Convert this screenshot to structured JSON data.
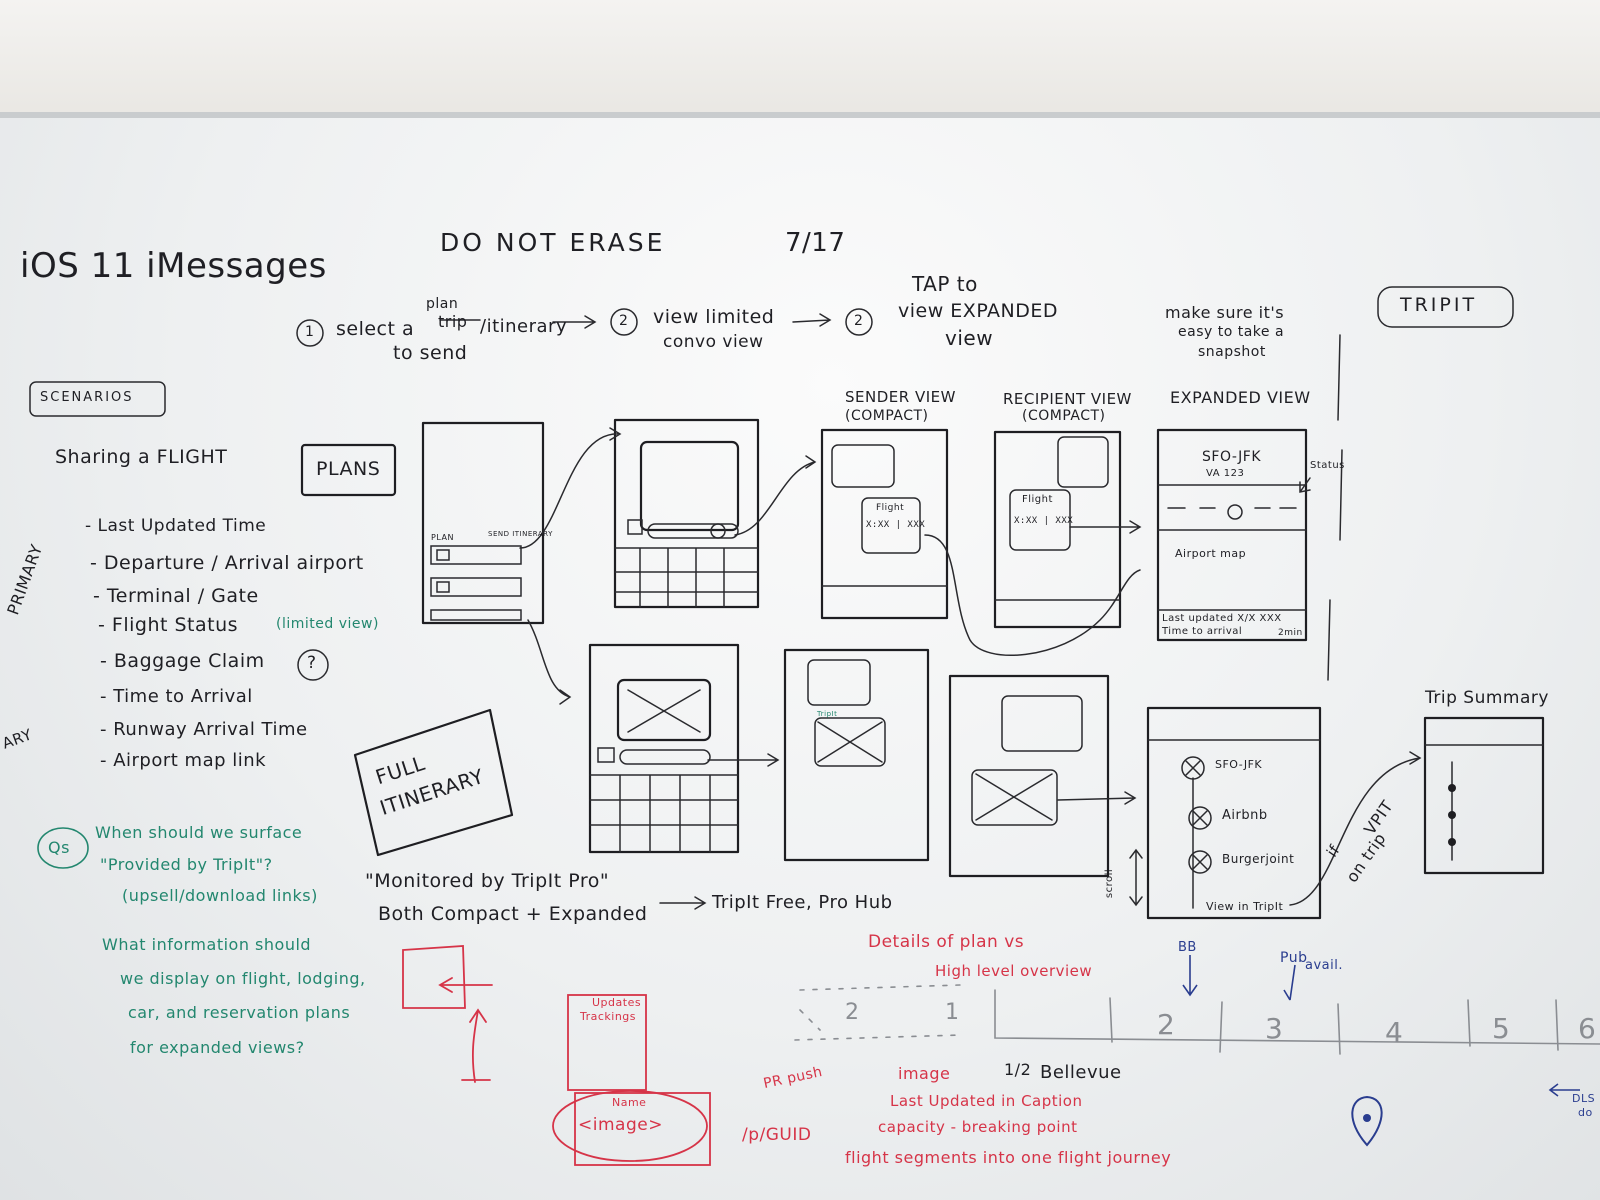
{
  "header": {
    "title": "iOS 11 iMessages",
    "do_not_erase": "DO NOT ERASE",
    "date": "7/17",
    "brand": "TRIPIT"
  },
  "flow": {
    "step1_num": "1",
    "step1": "select a",
    "step1_crossed": "trip",
    "step1_insert": "plan",
    "step1_tail": "/itinerary",
    "step1_line2": "to send",
    "step2_num": "2",
    "step2": "view limited",
    "step2_line2": "convo view",
    "step3_num": "2",
    "step3_line1": "TAP to",
    "step3_line2": "view EXPANDED",
    "step3_line3": "view",
    "note_line1": "make sure it's",
    "note_line2": "easy to take a",
    "note_line3": "snapshot"
  },
  "scenarios": {
    "label": "SCENARIOS",
    "title": "Sharing a FLIGHT",
    "plans": "PLANS",
    "full_itinerary_1": "FULL",
    "full_itinerary_2": "ITINERARY",
    "primary": "PRIMARY",
    "secondary": "ARY",
    "items": [
      "- Last Updated Time",
      "- Departure / Arrival airport",
      "- Terminal / Gate",
      "- Flight Status",
      "- Baggage Claim",
      "- Time to Arrival",
      "- Runway Arrival Time",
      "- Airport map link"
    ],
    "limited_view": "(limited view)",
    "question_mark": "?"
  },
  "columns": {
    "sender": "SENDER VIEW",
    "sender_sub": "(COMPACT)",
    "recipient": "RECIPIENT VIEW",
    "recipient_sub": "(COMPACT)",
    "expanded": "EXPANDED VIEW"
  },
  "wireframes": {
    "plan_label": "PLAN",
    "send_label": "SEND ITINERARY",
    "flight_label": "Flight",
    "flight_values": "X:XX | XXX",
    "route": "SFO-JFK",
    "flight_no": "VA 123",
    "status": "Status",
    "airport_map": "Airport map",
    "last_updated": "Last updated X/X XXX",
    "time_to_arrival": "Time to arrival",
    "minutes": "2min",
    "tripit_tag": "TripIt",
    "list_items": [
      "SFO-JFK",
      "Airbnb",
      "Burgerjoint"
    ],
    "view_in_tripit": "View in TripIt",
    "scroll": "scroll",
    "trip_summary": "Trip Summary",
    "vpit": "VPIT",
    "if_on_trip_1": "if",
    "if_on_trip_2": "on trip"
  },
  "monitored": {
    "line1": "\"Monitored by TripIt Pro\"",
    "arrow_target": "TripIt Free, Pro Hub",
    "line2": "Both Compact + Expanded"
  },
  "questions": {
    "qs": "Qs",
    "q1_line1": "When should we surface",
    "q1_line2": "\"Provided by TripIt\"?",
    "q1_line3": "(upsell/download links)",
    "q2_line1": "What information should",
    "q2_line2": "we display on flight, lodging,",
    "q2_line3": "car, and reservation plans",
    "q2_line4": "for expanded views?"
  },
  "red_notes": {
    "updates": "Updates",
    "tracking": "Trackings",
    "name": "Name",
    "image": "<image>",
    "pr_push": "PR push",
    "pguid": "/p/GUID",
    "details_1": "Details of plan vs",
    "details_2": "High level overview",
    "image_word": "image",
    "last_updated_caption": "Last Updated in Caption",
    "capacity": "capacity - breaking point",
    "segments": "flight segments into one flight journey"
  },
  "timeline": {
    "bb": "BB",
    "pub": "Pub",
    "avail": "avail.",
    "half": "1/2",
    "bellevue": "Bellevue",
    "numbers": [
      "2",
      "1",
      "2",
      "3",
      "4",
      "5",
      "6"
    ],
    "edge_1": "DLS",
    "edge_2": "do"
  }
}
